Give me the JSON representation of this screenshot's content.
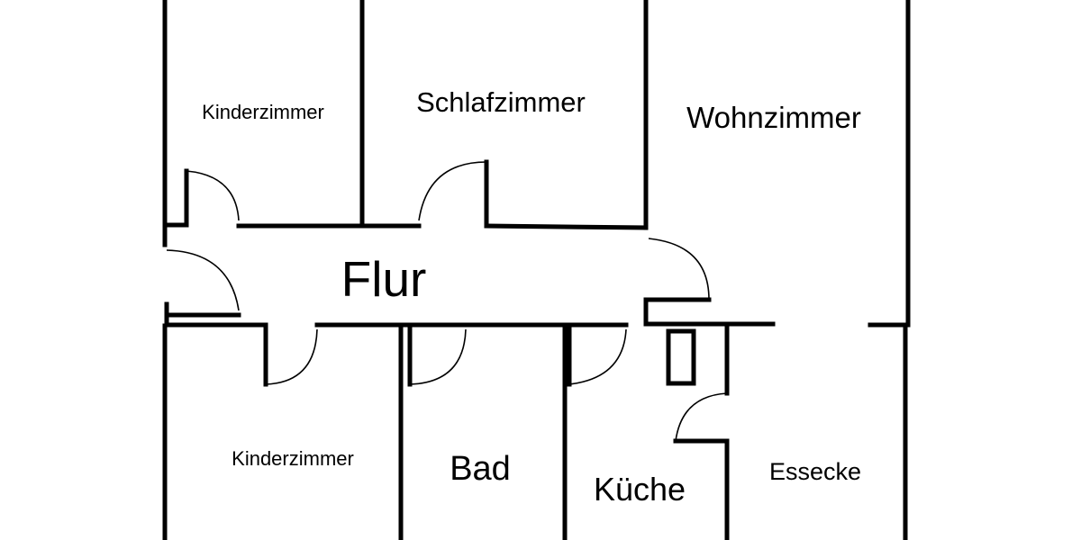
{
  "rooms": {
    "kinderzimmer_top": "Kinderzimmer",
    "schlafzimmer": "Schlafzimmer",
    "wohnzimmer": "Wohnzimmer",
    "flur": "Flur",
    "kinderzimmer_bottom": "Kinderzimmer",
    "bad": "Bad",
    "kueche": "Küche",
    "essecke": "Essecke"
  },
  "colors": {
    "wall": "#000000",
    "background": "#ffffff"
  }
}
